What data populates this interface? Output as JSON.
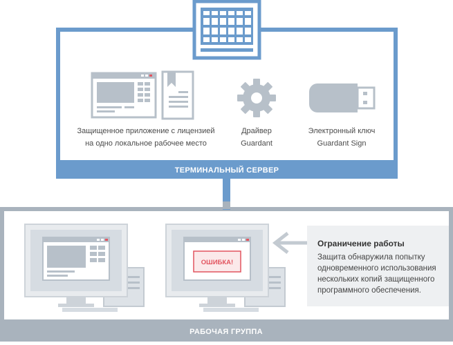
{
  "colors": {
    "server_blue": "#6b9bcc",
    "workgroup_gray": "#a9b3bd",
    "device_gray": "#b7c0c9",
    "panel_bg": "#eef0f2",
    "error_red": "#e2545f"
  },
  "server": {
    "label": "ТЕРМИНАЛЬНЫЙ СЕРВЕР",
    "items": [
      {
        "icon": "protected-app-with-license-icon",
        "caption": [
          "Защищенное приложение с лицензией",
          "на одно локальное рабочее место"
        ]
      },
      {
        "icon": "gear-icon",
        "caption": [
          "Драйвер",
          "Guardant"
        ]
      },
      {
        "icon": "usb-key-icon",
        "caption": [
          "Электронный ключ",
          "Guardant Sign"
        ]
      }
    ]
  },
  "workgroup": {
    "label": "РАБОЧАЯ ГРУППА",
    "computers": [
      {
        "icon": "workstation-app-icon"
      },
      {
        "icon": "workstation-error-icon",
        "error_text": "ОШИБКА!"
      }
    ],
    "note": {
      "title": "Ограничение работы",
      "lines": [
        "Защита обнаружила попытку",
        "одновременного использования",
        "нескольких копий защищенного",
        "программного обеспечения."
      ]
    }
  }
}
